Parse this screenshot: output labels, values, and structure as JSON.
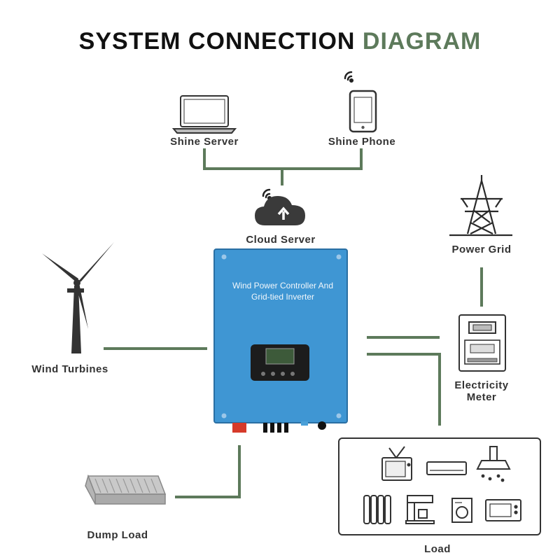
{
  "title": {
    "main": "SYSTEM CONNECTION ",
    "accent": "DIAGRAM"
  },
  "nodes": {
    "shine_server": "Shine Server",
    "shine_phone": "Shine Phone",
    "cloud_server": "Cloud Server",
    "power_grid": "Power Grid",
    "wind_turbines": "Wind Turbines",
    "electricity_meter_line1": "Electricity",
    "electricity_meter_line2": "Meter",
    "dump_load": "Dump Load",
    "load": "Load"
  },
  "inverter": {
    "line1": "Wind Power Controller And",
    "line2": "Grid-tied Inverter"
  },
  "colors": {
    "connector": "#5d7a5b",
    "inverter_body": "#3f96d3",
    "title_accent": "#5d7a5b"
  },
  "icons": [
    "laptop-icon",
    "phone-icon",
    "wifi-icon",
    "cloud-upload-icon",
    "pylon-icon",
    "wind-turbine-icon",
    "meter-icon",
    "heatsink-icon",
    "tv-icon",
    "ac-unit-icon",
    "range-hood-icon",
    "radiator-icon",
    "coffee-machine-icon",
    "washing-machine-icon",
    "microwave-icon"
  ]
}
